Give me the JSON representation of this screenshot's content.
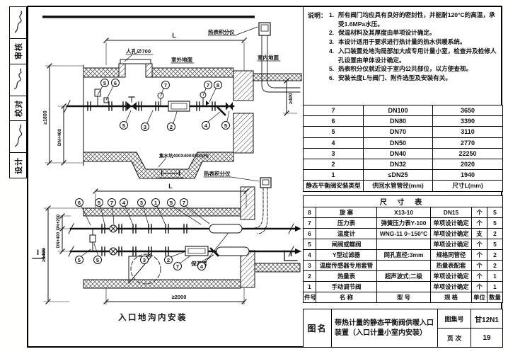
{
  "sidebar": {
    "review_label": "审核",
    "check_label": "校对",
    "design_label": "设计"
  },
  "notes": {
    "label": "说明：",
    "items": [
      {
        "no": "1.",
        "text": "所有阀门均应具有良好的密封性，并能耐120°C的高温，承受1.6MPa水压。"
      },
      {
        "no": "2.",
        "text": "保温材料及其厚度由单项设计确定。"
      },
      {
        "no": "3.",
        "text": "本设计适用于要求进行热计量的热水供暖系统。"
      },
      {
        "no": "4.",
        "text": "入口装置处地沟局部加大成专用计量小室，检查井及检修人孔设置由单体设计确定。"
      },
      {
        "no": "5.",
        "text": "热表积分仪就近设于室内公共部位，以方便查视。"
      },
      {
        "no": "6.",
        "text": "安装长度L与阀门、附件选型及安装有关。"
      }
    ]
  },
  "type_table": {
    "rows": [
      [
        "7",
        "DN100",
        "3650"
      ],
      [
        "6",
        "DN80",
        "3390"
      ],
      [
        "5",
        "DN70",
        "3110"
      ],
      [
        "4",
        "DN50",
        "2770"
      ],
      [
        "3",
        "DN40",
        "22250"
      ],
      [
        "2",
        "DN32",
        "2020"
      ],
      [
        "1",
        "≤DN25",
        "1940"
      ]
    ],
    "footer": [
      "静态平衡阀安装类型",
      "供回水管管径(mm)",
      "尺寸L(mm)"
    ]
  },
  "parts_table": {
    "title": "尺 寸 表",
    "rows": [
      [
        "8",
        "旋 塞",
        "X13-10",
        "DN15",
        "个",
        "5"
      ],
      [
        "7",
        "压力表",
        "弹簧压力表Y-100",
        "单项设计确定",
        "个",
        "5"
      ],
      [
        "6",
        "温度计",
        "WNG-11 0~150°C",
        "单项设计确定",
        "支",
        "2"
      ],
      [
        "5",
        "闸阀或蝶阀",
        "",
        "单项设计确定",
        "个",
        "5"
      ],
      [
        "4",
        "Y型过滤器",
        "网孔直径:3mm",
        "规格同管径",
        "个",
        "2"
      ],
      [
        "3",
        "温度传感器专用套管",
        "",
        "热量表配套",
        "个",
        "2"
      ],
      [
        "2",
        "热量表",
        "超声波式;二级",
        "单项设计确定",
        "个",
        "1"
      ],
      [
        "1",
        "手动调节阀",
        "",
        "单项设计确定",
        "个",
        "1"
      ]
    ],
    "footer": [
      "件号",
      "名 称",
      "型 号",
      "规 格",
      "单位",
      "数量"
    ]
  },
  "title_block": {
    "name_label": "图名",
    "title": "带热计量的静态平衡阀供暖入口装置（入口计量小室内安装）",
    "atlas_label": "图集号",
    "atlas_no": "甘12N1",
    "page_label": "页 次",
    "page_no": "19"
  },
  "d1": {
    "dim_length": "L",
    "manhole": "人孔∅700",
    "outdoor_ground": "室外地面",
    "indoor_ground": "室内地面",
    "heat_meter": "热表积分仪",
    "dim_height": "≥1800",
    "dim_dn400": "DN+400",
    "dim_400": "≥400",
    "sump": "集水坑400X400X500(H)",
    "section_title": "I——I",
    "callouts_top": [
      "5",
      "6",
      "7",
      "7",
      "8"
    ],
    "callouts_bottom": [
      "5",
      "3",
      "2",
      "4",
      "5"
    ]
  },
  "d2": {
    "dim_length": "L",
    "dim_1400": "≥1400",
    "dim_dn400": "DN+400",
    "dim_dn200": "DN+200",
    "dim_2000": "≥2000",
    "heat_meter": "热表积分仪",
    "insulation": "保温层",
    "section_mark_left": "I",
    "section_mark_right": "I",
    "callouts_top": [
      "6",
      "5",
      "7",
      "4",
      "3",
      "1",
      "5",
      "7"
    ],
    "callouts_bottom": [
      "5",
      "5",
      "3",
      "2",
      "7",
      "4"
    ],
    "caption": "入口地沟内安装"
  }
}
